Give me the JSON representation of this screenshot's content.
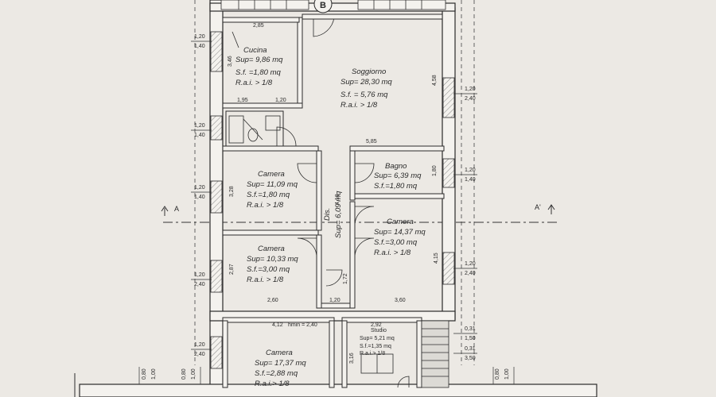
{
  "plan": {
    "door_marker": "B",
    "section_left": "A",
    "section_right": "A'"
  },
  "rooms": {
    "cucina": {
      "name": "Cucina",
      "sup": "Sup= 9,86 mq",
      "sf": "S.f. =1,80 mq",
      "rai": "R.a.i. > 1/8"
    },
    "soggiorno": {
      "name": "Soggiorno",
      "sup": "Sup= 28,30 mq",
      "sf": "S.f. = 5,76 mq",
      "rai": "R.a.i. > 1/8"
    },
    "camera1": {
      "name": "Camera",
      "sup": "Sup= 11,09 mq",
      "sf": "S.f.=1,80 mq",
      "rai": "R.a.i. > 1/8"
    },
    "bagno": {
      "name": "Bagno",
      "sup": "Sup= 6,39 mq",
      "sf": "S.f.=1,80 mq"
    },
    "disimpegno": {
      "name": "Dis.",
      "sup": "Sup= 6,09 mq"
    },
    "camera2": {
      "name": "Camera",
      "sup": "Sup= 14,37 mq",
      "sf": "S.f.=3,00 mq",
      "rai": "R.a.i. > 1/8"
    },
    "camera3": {
      "name": "Camera",
      "sup": "Sup= 10,33 mq",
      "sf": "S.f.=3,00 mq",
      "rai": "R.a.i. > 1/8"
    },
    "camera4": {
      "name": "Camera",
      "sup": "Sup= 17,37 mq",
      "sf": "S.f.=2,88 mq",
      "rai": "R.a.i.> 1/8"
    },
    "studio": {
      "name": "Studio",
      "sup": "Sup= 5,21 mq",
      "sf": "S.f.=1,35 mq",
      "rai": "R.a.i.> 1/8"
    }
  },
  "dimensions": {
    "cucina_width": "2,85",
    "cucina_height": "3,46",
    "cucina_bottom_left": "1,95",
    "cucina_bottom_right": "1,20",
    "soggiorno_height": "4,58",
    "soggiorno_bottom": "5,85",
    "bagno_height": "1,80",
    "camera1_height": "3,28",
    "dis_height": "4,18",
    "camera2_height": "4,15",
    "camera3_height": "2,87",
    "camera3_width": "2,60",
    "camera2_width": "3,60",
    "dis_width": "1,20",
    "dis_lower_width": "1,72",
    "camera4_top": "4,12",
    "camera4_top_note": "hmin = 2,40",
    "studio_width": "2,92",
    "camera4_height": "3,16",
    "left_1_top": "1,20",
    "left_1_bot": "1,40",
    "left_2_top": "1,20",
    "left_2_bot": "1,40",
    "left_3_top": "1,20",
    "left_3_bot": "1,40",
    "left_4_top": "1,20",
    "left_4_bot": "2,40",
    "left_5_top": "1,20",
    "left_5_bot": "2,40",
    "right_1_top": "1,20",
    "right_1_bot": "2,40",
    "right_2_top": "1,20",
    "right_2_bot": "1,40",
    "right_3_top": "1,20",
    "right_3_bot": "2,40",
    "right_4_a": "0,31",
    "right_4_b": "1,50",
    "right_4_c": "0,31",
    "right_4_d": "3,50",
    "bottom_1": "0,80",
    "bottom_2": "1,00",
    "bottom_3": "0,80",
    "bottom_4": "1,00",
    "bottom_5": "0,80",
    "bottom_6": "1,00"
  },
  "colors": {
    "paper": "#ece9e4",
    "line": "#2b2b2b",
    "wall_fill": "#f4f2ee",
    "stair_fill": "#dcdad5"
  }
}
